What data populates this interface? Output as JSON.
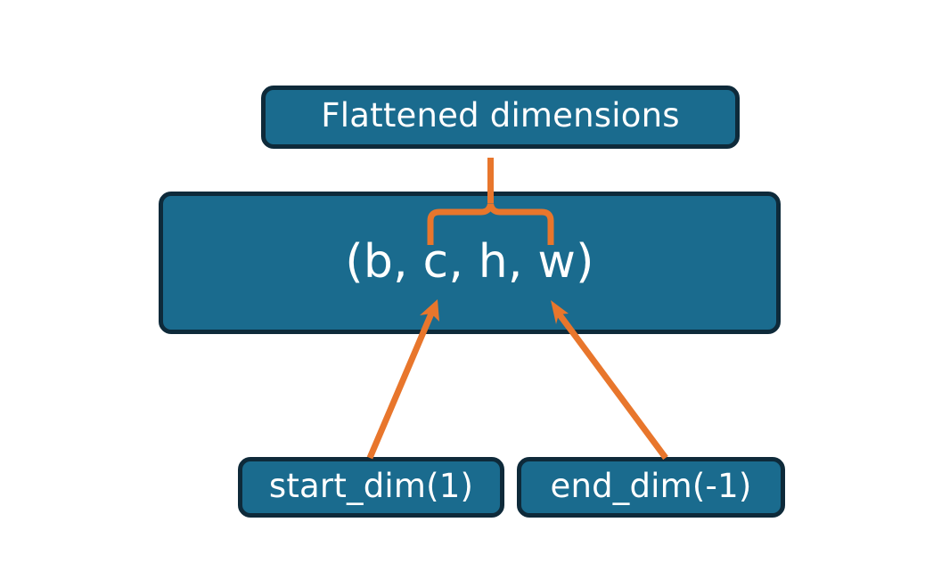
{
  "diagram": {
    "title_node": {
      "label": "Flattened dimensions",
      "name": "flattened-dimensions-box"
    },
    "shape_node": {
      "label": "(b, c, h, w)",
      "name": "tensor-shape-box"
    },
    "arg_nodes": [
      {
        "label": "start_dim(1)",
        "name": "start-dim-box"
      },
      {
        "label": "end_dim(-1)",
        "name": "end-dim-box"
      }
    ],
    "connectors": {
      "brace": {
        "name": "curly-brace-connector",
        "description": "brace spanning c,h,w up to Flattened dimensions"
      },
      "arrows": [
        {
          "name": "start-dim-arrow",
          "points_to": "c"
        },
        {
          "name": "end-dim-arrow",
          "points_to": "w"
        }
      ]
    },
    "colors": {
      "box_fill": "#1a6b8e",
      "box_border": "#0e2a3a",
      "text": "#ffffff",
      "accent": "#e8762c",
      "background": "#ffffff"
    }
  }
}
